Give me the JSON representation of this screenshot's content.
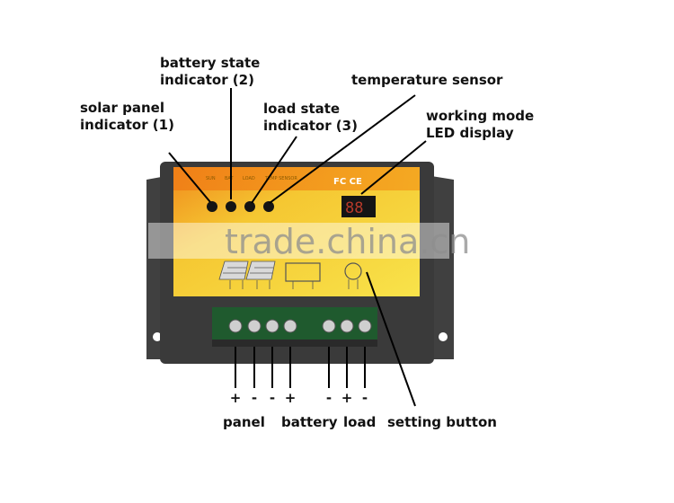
{
  "callouts": {
    "solar_panel": [
      "solar panel",
      "indicator (1)"
    ],
    "battery_state": [
      "battery state",
      "indicator (2)"
    ],
    "load_state": [
      "load state",
      "indicator (3)"
    ],
    "temperature_sensor": "temperature sensor",
    "working_mode": [
      "working mode",
      "LED display"
    ],
    "setting_button": "setting button"
  },
  "device": {
    "indicator_labels": [
      "SUN",
      "BAT",
      "LOAD",
      "TEMP SENSOR"
    ],
    "cert_marks": "FC CE",
    "display_digits": "88"
  },
  "watermark": "trade.china.cn",
  "terminals": {
    "signs": [
      "+",
      "-",
      "-",
      "+",
      "-",
      "+",
      "-"
    ],
    "groups": [
      "panel",
      "battery",
      "load"
    ]
  },
  "colors": {
    "panel_yellow": "#f5d93a",
    "panel_orange": "#f08a1c",
    "housing_dark": "#3c3c3c",
    "terminal_green": "#1f5a2e"
  }
}
